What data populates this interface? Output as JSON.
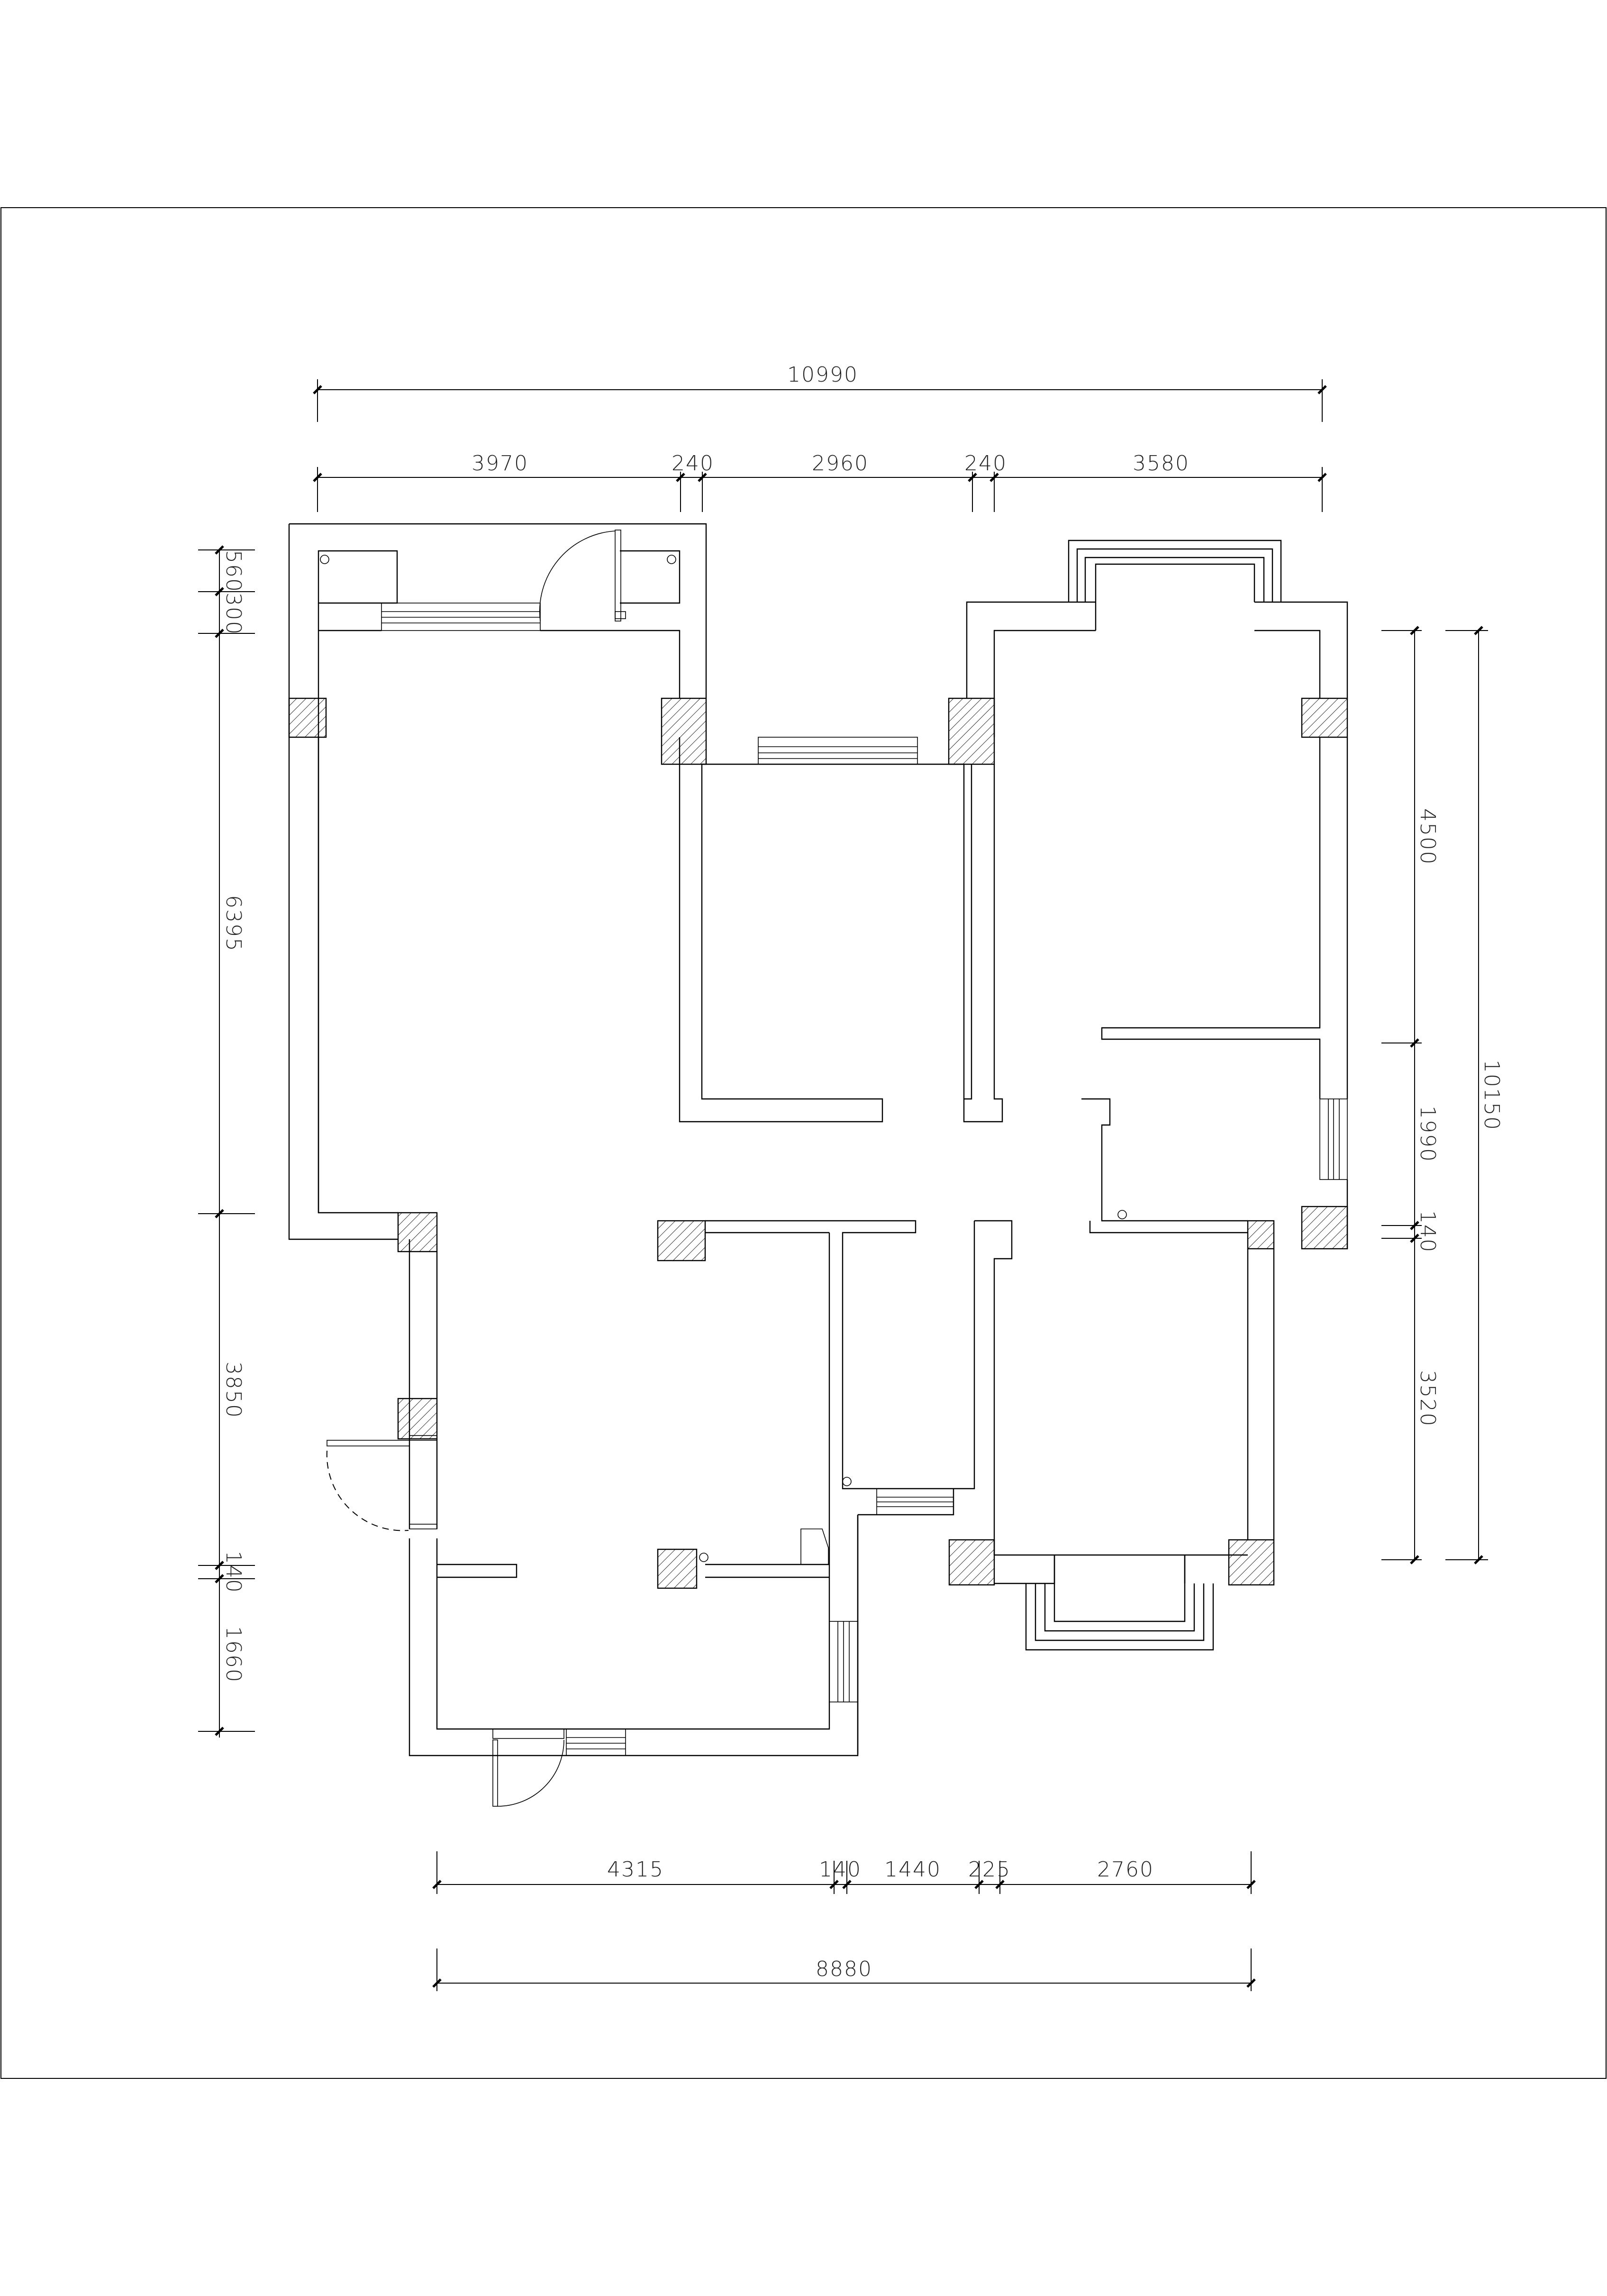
{
  "dimensions": {
    "top_overall": "10990",
    "top_segments": [
      "3970",
      "240",
      "2960",
      "240",
      "3580"
    ],
    "left_segments": [
      "560",
      "300",
      "6395",
      "3850",
      "140",
      "1660"
    ],
    "right_segments": [
      "4500",
      "1990",
      "140",
      "3520"
    ],
    "right_overall": "10150",
    "bottom_segments": [
      "4315",
      "140",
      "1440",
      "225",
      "2760"
    ],
    "bottom_overall": "8880"
  }
}
